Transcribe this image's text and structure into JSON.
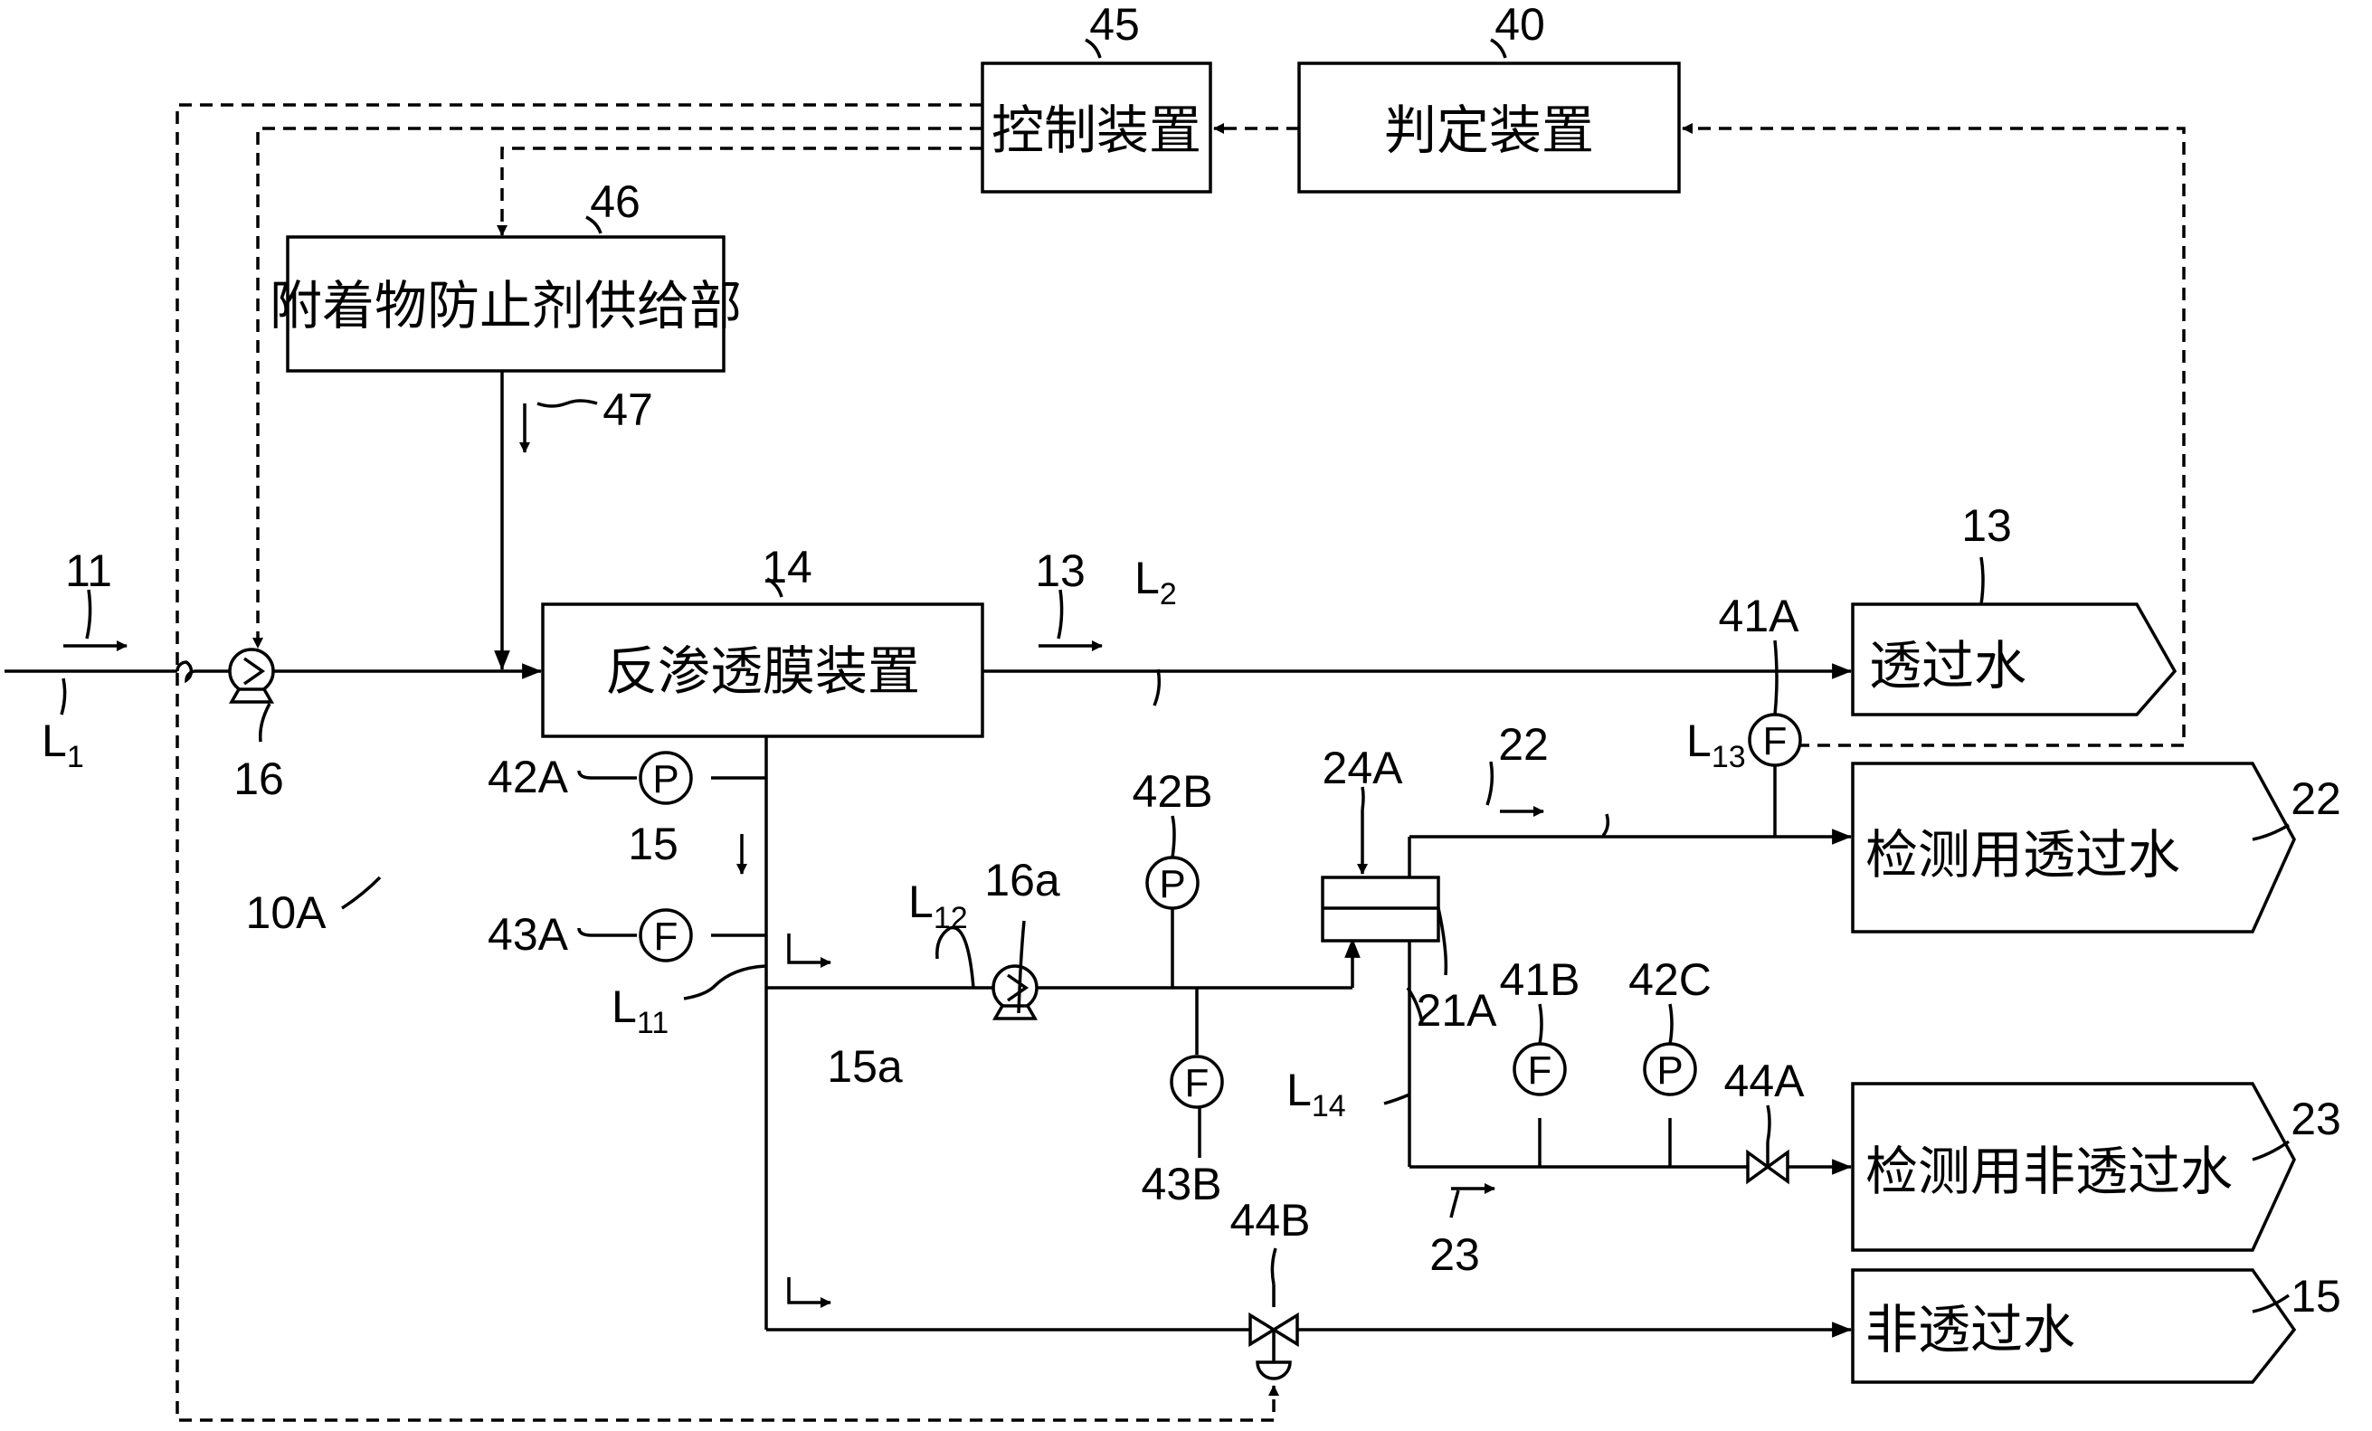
{
  "boxes": {
    "judgment": "判定装置",
    "control": "控制装置",
    "supply": "附着物防止剂供给部",
    "ro_unit": "反渗透膜装置"
  },
  "outputs": {
    "permeate": "透过水",
    "detect_permeate": "检测用透过水",
    "detect_nonpermeate": "检测用非透过水",
    "nonpermeate": "非透过水"
  },
  "gauges": {
    "pressure": "P",
    "flow": "F"
  },
  "refs": {
    "r11": "11",
    "r13a": "13",
    "r13b": "13",
    "r14": "14",
    "r15": "15",
    "r15b": "15",
    "r15a": "15a",
    "r16": "16",
    "r16a": "16a",
    "r10A": "10A",
    "r21A": "21A",
    "r22a": "22",
    "r22b": "22",
    "r23a": "23",
    "r23b": "23",
    "r24A": "24A",
    "r40": "40",
    "r41A": "41A",
    "r41B": "41B",
    "r42A": "42A",
    "r42B": "42B",
    "r42C": "42C",
    "r43A": "43A",
    "r43B": "43B",
    "r44A": "44A",
    "r44B": "44B",
    "r45": "45",
    "r46": "46",
    "r47": "47"
  },
  "lines": {
    "L1": {
      "main": "L",
      "sub": "1"
    },
    "L2": {
      "main": "L",
      "sub": "2"
    },
    "L11": {
      "main": "L",
      "sub": "11"
    },
    "L12": {
      "main": "L",
      "sub": "12"
    },
    "L13": {
      "main": "L",
      "sub": "13"
    },
    "L14": {
      "main": "L",
      "sub": "14"
    }
  }
}
